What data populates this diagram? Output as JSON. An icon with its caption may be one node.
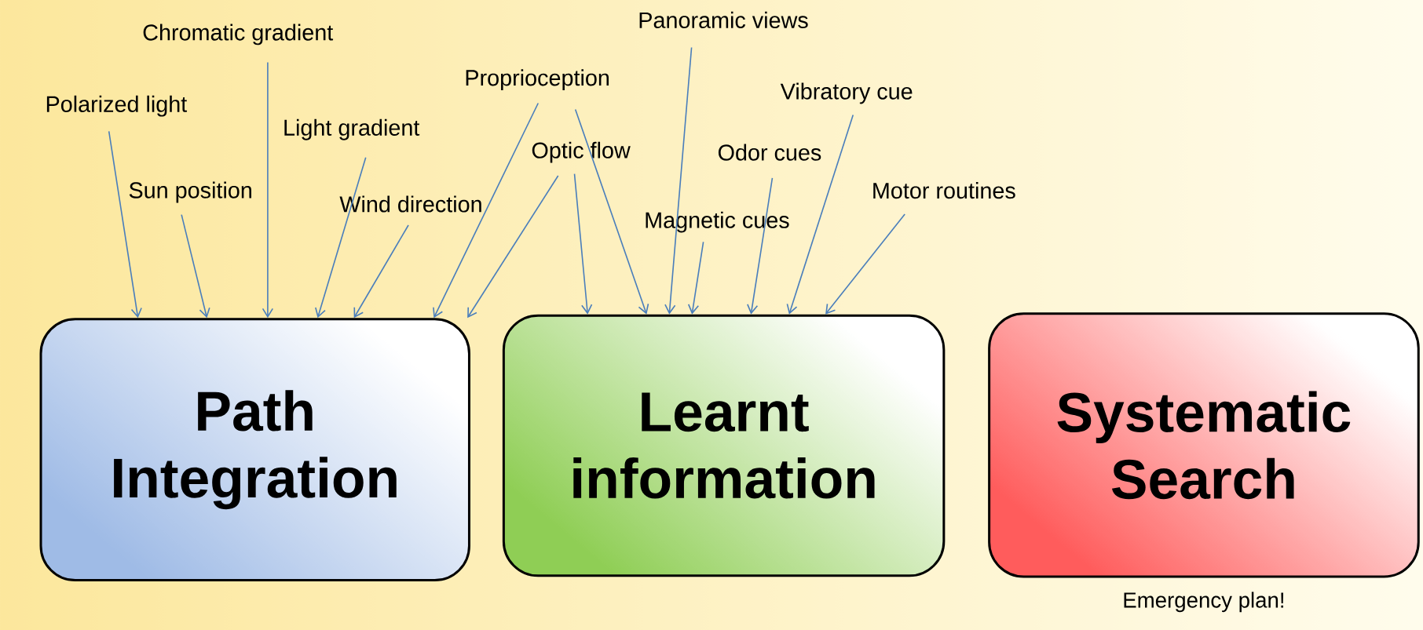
{
  "diagram": {
    "nodes": [
      {
        "text": [
          "Path Integration"
        ]
      },
      {
        "text": [
          "Learnt information"
        ]
      },
      {
        "text": [
          "Systematic Search"
        ],
        "beside": [
          "Emergency plan!"
        ]
      },
      {
        "text": [
          "Polarized light"
        ]
      },
      {
        "text": [
          "Sun position"
        ]
      },
      {
        "text": [
          "Chromatic gradient"
        ]
      },
      {
        "text": [
          "Light gradient"
        ]
      },
      {
        "text": [
          "Wind direction"
        ]
      },
      {
        "text": [
          "Proprioception"
        ]
      },
      {
        "text": [
          "Optic flow"
        ]
      },
      {
        "text": [
          "Panoramic views"
        ]
      },
      {
        "text": [
          "Magnetic cues"
        ]
      },
      {
        "text": [
          "Odor cues"
        ]
      },
      {
        "text": [
          "Vibratory cue"
        ]
      },
      {
        "text": [
          "Motor routines"
        ]
      }
    ],
    "edges": [
      {
        "from": 3,
        "to": 0,
        "arrow": "to"
      },
      {
        "from": 4,
        "to": 0,
        "arrow": "to"
      },
      {
        "from": 5,
        "to": 0,
        "arrow": "to"
      },
      {
        "from": 6,
        "to": 0,
        "arrow": "to"
      },
      {
        "from": 7,
        "to": 0,
        "arrow": "to"
      },
      {
        "from": 8,
        "to": 0,
        "arrow": "to"
      },
      {
        "from": 9,
        "to": 0,
        "arrow": "to"
      },
      {
        "from": 9,
        "to": 1,
        "arrow": "to"
      },
      {
        "from": 8,
        "to": 1,
        "arrow": "to"
      },
      {
        "from": 10,
        "to": 1,
        "arrow": "to"
      },
      {
        "from": 11,
        "to": 1,
        "arrow": "to"
      },
      {
        "from": 12,
        "to": 1,
        "arrow": "to"
      },
      {
        "from": 13,
        "to": 1,
        "arrow": "to"
      },
      {
        "from": 14,
        "to": 1,
        "arrow": "to"
      }
    ]
  }
}
